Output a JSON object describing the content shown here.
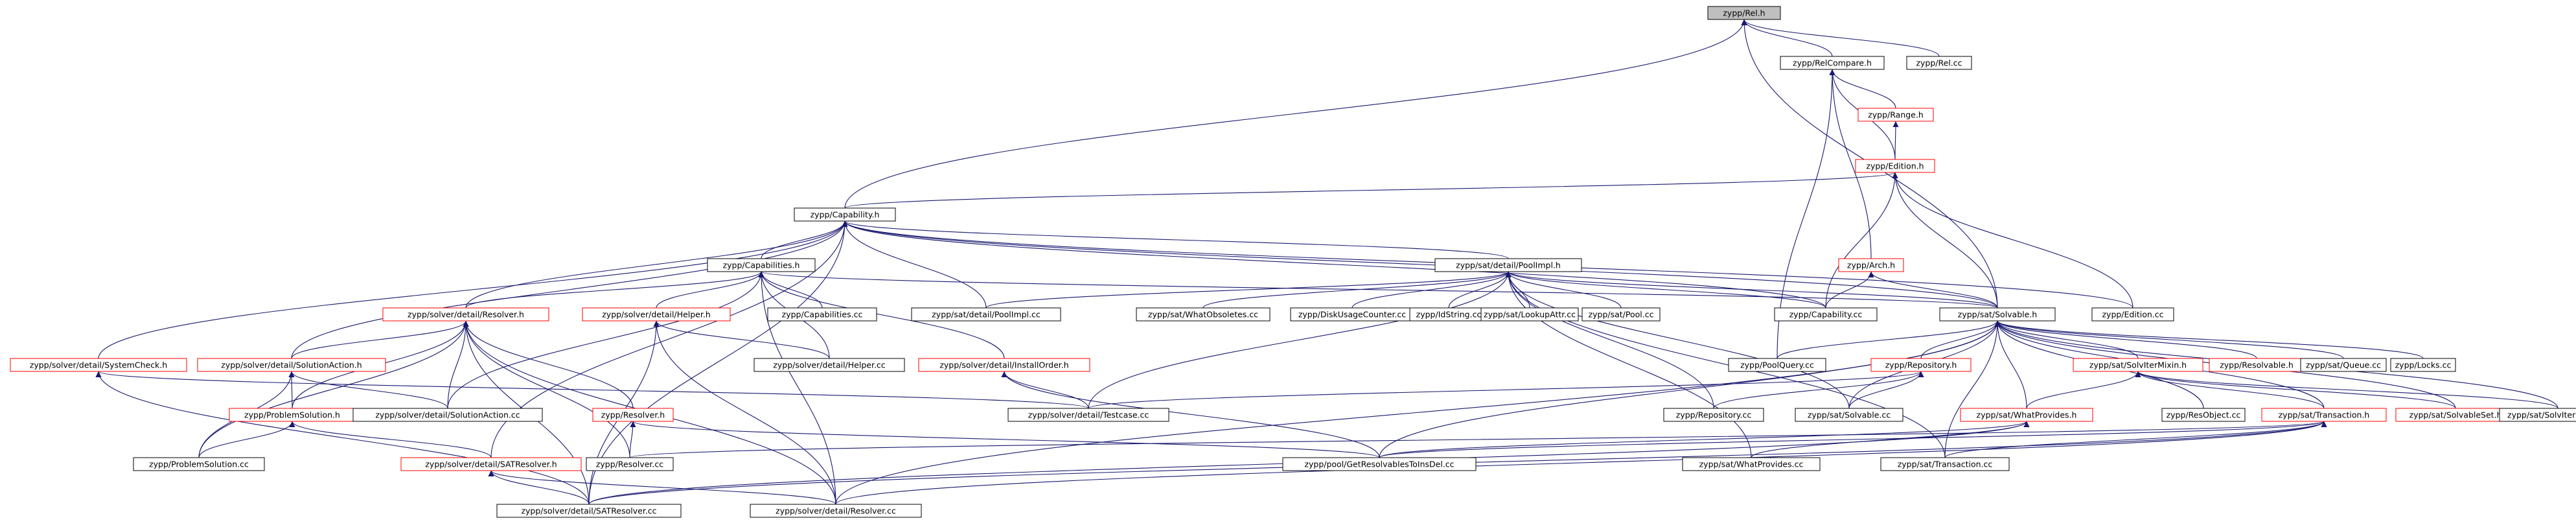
{
  "colors": {
    "edge": "#191970",
    "black_border": "#000000",
    "red_border": "#ff0000",
    "root_fill": "#bfbfbf",
    "fill": "#ffffff",
    "text": "#000000"
  },
  "nodes": [
    {
      "id": "rel_h",
      "label": "zypp/Rel.h",
      "border": "black",
      "root": true
    },
    {
      "id": "relcompare_h",
      "label": "zypp/RelCompare.h",
      "border": "black"
    },
    {
      "id": "rel_cc",
      "label": "zypp/Rel.cc",
      "border": "black"
    },
    {
      "id": "range_h",
      "label": "zypp/Range.h",
      "border": "red"
    },
    {
      "id": "edition_h",
      "label": "zypp/Edition.h",
      "border": "red"
    },
    {
      "id": "capability_h",
      "label": "zypp/Capability.h",
      "border": "black"
    },
    {
      "id": "capabilities_h",
      "label": "zypp/Capabilities.h",
      "border": "black"
    },
    {
      "id": "poolimpl_h",
      "label": "zypp/sat/detail/PoolImpl.h",
      "border": "black"
    },
    {
      "id": "arch_h",
      "label": "zypp/Arch.h",
      "border": "red"
    },
    {
      "id": "resolver_detail_h",
      "label": "zypp/solver/detail/Resolver.h",
      "border": "red"
    },
    {
      "id": "helper_h",
      "label": "zypp/solver/detail/Helper.h",
      "border": "red"
    },
    {
      "id": "capabilities_cc",
      "label": "zypp/Capabilities.cc",
      "border": "black"
    },
    {
      "id": "poolimpl_cc",
      "label": "zypp/sat/detail/PoolImpl.cc",
      "border": "black"
    },
    {
      "id": "whatobsoletes_h",
      "label": "zypp/sat/WhatObsoletes.cc",
      "border": "black"
    },
    {
      "id": "diskusagecounter_cc",
      "label": "zypp/DiskUsageCounter.cc",
      "border": "black"
    },
    {
      "id": "idstring_cc",
      "label": "zypp/IdString.cc",
      "border": "black"
    },
    {
      "id": "lookupattr_cc",
      "label": "zypp/sat/LookupAttr.cc",
      "border": "black"
    },
    {
      "id": "pool_cc",
      "label": "zypp/sat/Pool.cc",
      "border": "black"
    },
    {
      "id": "capability_cc",
      "label": "zypp/Capability.cc",
      "border": "black"
    },
    {
      "id": "solvable_h",
      "label": "zypp/sat/Solvable.h",
      "border": "black"
    },
    {
      "id": "edition_cc",
      "label": "zypp/Edition.cc",
      "border": "black"
    },
    {
      "id": "systemcheck_h",
      "label": "zypp/solver/detail/SystemCheck.h",
      "border": "red"
    },
    {
      "id": "solutionaction_h",
      "label": "zypp/solver/detail/SolutionAction.h",
      "border": "red"
    },
    {
      "id": "helper_cc",
      "label": "zypp/solver/detail/Helper.cc",
      "border": "black"
    },
    {
      "id": "installorder_h",
      "label": "zypp/solver/detail/InstallOrder.h",
      "border": "red"
    },
    {
      "id": "poolquery_cc",
      "label": "zypp/PoolQuery.cc",
      "border": "black"
    },
    {
      "id": "repository_h",
      "label": "zypp/Repository.h",
      "border": "red"
    },
    {
      "id": "solvitermixin_h",
      "label": "zypp/sat/SolvIterMixin.h",
      "border": "red"
    },
    {
      "id": "resolvable_h",
      "label": "zypp/Resolvable.h",
      "border": "red"
    },
    {
      "id": "queue_cc",
      "label": "zypp/sat/Queue.cc",
      "border": "black"
    },
    {
      "id": "locks_cc",
      "label": "zypp/Locks.cc",
      "border": "black"
    },
    {
      "id": "problemsolution_h",
      "label": "zypp/ProblemSolution.h",
      "border": "red"
    },
    {
      "id": "solutionaction_cc",
      "label": "zypp/solver/detail/SolutionAction.cc",
      "border": "black"
    },
    {
      "id": "resolver_h",
      "label": "zypp/Resolver.h",
      "border": "red"
    },
    {
      "id": "testcase_cc",
      "label": "zypp/solver/detail/Testcase.cc",
      "border": "black"
    },
    {
      "id": "repository_cc",
      "label": "zypp/Repository.cc",
      "border": "black"
    },
    {
      "id": "solvable_cc",
      "label": "zypp/sat/Solvable.cc",
      "border": "black"
    },
    {
      "id": "whatprovides_h",
      "label": "zypp/sat/WhatProvides.h",
      "border": "red"
    },
    {
      "id": "recobject_cc",
      "label": "zypp/ResObject.cc",
      "border": "black"
    },
    {
      "id": "transaction_h",
      "label": "zypp/sat/Transaction.h",
      "border": "red"
    },
    {
      "id": "solvableset_h",
      "label": "zypp/sat/SolvableSet.h",
      "border": "red"
    },
    {
      "id": "solvitermixin_cc",
      "label": "zypp/sat/SolvIterMixin.cc",
      "border": "black"
    },
    {
      "id": "problemsolution_cc",
      "label": "zypp/ProblemSolution.cc",
      "border": "black"
    },
    {
      "id": "satresolver_h",
      "label": "zypp/solver/detail/SATResolver.h",
      "border": "red"
    },
    {
      "id": "resolver_cc",
      "label": "zypp/Resolver.cc",
      "border": "black"
    },
    {
      "id": "getresolvables_cc",
      "label": "zypp/pool/GetResolvablesToInsDel.cc",
      "border": "black"
    },
    {
      "id": "whatprovides_cc",
      "label": "zypp/sat/WhatProvides.cc",
      "border": "black"
    },
    {
      "id": "transaction_cc",
      "label": "zypp/sat/Transaction.cc",
      "border": "black"
    },
    {
      "id": "satresolver_cc",
      "label": "zypp/solver/detail/SATResolver.cc",
      "border": "black"
    },
    {
      "id": "resolver_detail_cc",
      "label": "zypp/solver/detail/Resolver.cc",
      "border": "black"
    }
  ],
  "edges": [
    [
      "relcompare_h",
      "rel_h"
    ],
    [
      "rel_cc",
      "rel_h"
    ],
    [
      "capability_h",
      "rel_h"
    ],
    [
      "solvable_h",
      "rel_h"
    ],
    [
      "range_h",
      "relcompare_h"
    ],
    [
      "edition_h",
      "relcompare_h"
    ],
    [
      "arch_h",
      "relcompare_h"
    ],
    [
      "poolquery_cc",
      "relcompare_h"
    ],
    [
      "edition_h",
      "range_h"
    ],
    [
      "capability_h",
      "edition_h"
    ],
    [
      "capability_cc",
      "edition_h"
    ],
    [
      "solvable_h",
      "edition_h"
    ],
    [
      "edition_cc",
      "edition_h"
    ],
    [
      "capabilities_h",
      "capability_h"
    ],
    [
      "poolimpl_h",
      "capability_h"
    ],
    [
      "capability_cc",
      "capability_h"
    ],
    [
      "solvable_h",
      "capability_h"
    ],
    [
      "edition_cc",
      "capability_h"
    ],
    [
      "resolver_detail_h",
      "capability_h"
    ],
    [
      "systemcheck_h",
      "capability_h"
    ],
    [
      "solutionaction_h",
      "capability_h"
    ],
    [
      "poolimpl_cc",
      "capability_h"
    ],
    [
      "satresolver_h",
      "capability_h"
    ],
    [
      "satresolver_cc",
      "capability_h"
    ],
    [
      "resolver_detail_h",
      "capabilities_h"
    ],
    [
      "helper_h",
      "capabilities_h"
    ],
    [
      "capabilities_cc",
      "capabilities_h"
    ],
    [
      "installorder_h",
      "capabilities_h"
    ],
    [
      "solutionaction_cc",
      "capabilities_h"
    ],
    [
      "helper_cc",
      "capabilities_h"
    ],
    [
      "resolver_detail_cc",
      "capabilities_h"
    ],
    [
      "solvable_h",
      "capabilities_h"
    ],
    [
      "poolimpl_cc",
      "poolimpl_h"
    ],
    [
      "whatobsoletes_h",
      "poolimpl_h"
    ],
    [
      "diskusagecounter_cc",
      "poolimpl_h"
    ],
    [
      "idstring_cc",
      "poolimpl_h"
    ],
    [
      "lookupattr_cc",
      "poolimpl_h"
    ],
    [
      "pool_cc",
      "poolimpl_h"
    ],
    [
      "capability_cc",
      "poolimpl_h"
    ],
    [
      "solvable_cc",
      "poolimpl_h"
    ],
    [
      "repository_cc",
      "poolimpl_h"
    ],
    [
      "testcase_cc",
      "poolimpl_h"
    ],
    [
      "whatprovides_cc",
      "poolimpl_h"
    ],
    [
      "transaction_cc",
      "poolimpl_h"
    ],
    [
      "solvable_h",
      "poolimpl_h"
    ],
    [
      "capability_cc",
      "arch_h"
    ],
    [
      "solvable_h",
      "arch_h"
    ],
    [
      "poolquery_cc",
      "solvable_h"
    ],
    [
      "repository_h",
      "solvable_h"
    ],
    [
      "solvitermixin_h",
      "solvable_h"
    ],
    [
      "resolvable_h",
      "solvable_h"
    ],
    [
      "queue_cc",
      "solvable_h"
    ],
    [
      "locks_cc",
      "solvable_h"
    ],
    [
      "solvable_cc",
      "solvable_h"
    ],
    [
      "whatprovides_h",
      "solvable_h"
    ],
    [
      "recobject_cc",
      "solvable_h"
    ],
    [
      "transaction_h",
      "solvable_h"
    ],
    [
      "solvableset_h",
      "solvable_h"
    ],
    [
      "solvitermixin_cc",
      "solvable_h"
    ],
    [
      "getresolvables_cc",
      "solvable_h"
    ],
    [
      "resolver_detail_cc",
      "solvable_h"
    ],
    [
      "transaction_cc",
      "solvable_h"
    ],
    [
      "solutionaction_h",
      "resolver_detail_h"
    ],
    [
      "problemsolution_h",
      "resolver_detail_h"
    ],
    [
      "resolver_h",
      "resolver_detail_h"
    ],
    [
      "solutionaction_cc",
      "resolver_detail_h"
    ],
    [
      "problemsolution_cc",
      "resolver_detail_h"
    ],
    [
      "resolver_cc",
      "resolver_detail_h"
    ],
    [
      "satresolver_cc",
      "resolver_detail_h"
    ],
    [
      "resolver_detail_cc",
      "resolver_detail_h"
    ],
    [
      "helper_cc",
      "helper_h"
    ],
    [
      "satresolver_cc",
      "helper_h"
    ],
    [
      "resolver_detail_cc",
      "helper_h"
    ],
    [
      "testcase_cc",
      "installorder_h"
    ],
    [
      "getresolvables_cc",
      "installorder_h"
    ],
    [
      "testcase_cc",
      "systemcheck_h"
    ],
    [
      "satresolver_cc",
      "systemcheck_h"
    ],
    [
      "problemsolution_h",
      "solutionaction_h"
    ],
    [
      "solutionaction_cc",
      "solutionaction_h"
    ],
    [
      "problemsolution_cc",
      "solutionaction_h"
    ],
    [
      "problemsolution_cc",
      "problemsolution_h"
    ],
    [
      "satresolver_h",
      "problemsolution_h"
    ],
    [
      "resolver_cc",
      "resolver_h"
    ],
    [
      "getresolvables_cc",
      "resolver_h"
    ],
    [
      "satresolver_cc",
      "satresolver_h"
    ],
    [
      "resolver_detail_cc",
      "satresolver_h"
    ],
    [
      "repository_cc",
      "repository_h"
    ],
    [
      "solvable_cc",
      "repository_h"
    ],
    [
      "testcase_cc",
      "repository_h"
    ],
    [
      "whatprovides_h",
      "solvitermixin_h"
    ],
    [
      "transaction_h",
      "solvitermixin_h"
    ],
    [
      "solvableset_h",
      "solvitermixin_h"
    ],
    [
      "solvitermixin_cc",
      "solvitermixin_h"
    ],
    [
      "whatprovides_cc",
      "whatprovides_h"
    ],
    [
      "getresolvables_cc",
      "whatprovides_h"
    ],
    [
      "satresolver_cc",
      "whatprovides_h"
    ],
    [
      "transaction_cc",
      "transaction_h"
    ],
    [
      "getresolvables_cc",
      "transaction_h"
    ],
    [
      "satresolver_cc",
      "transaction_h"
    ],
    [
      "resolver_detail_cc",
      "transaction_h"
    ],
    [
      "resolver_cc",
      "transaction_h"
    ]
  ]
}
